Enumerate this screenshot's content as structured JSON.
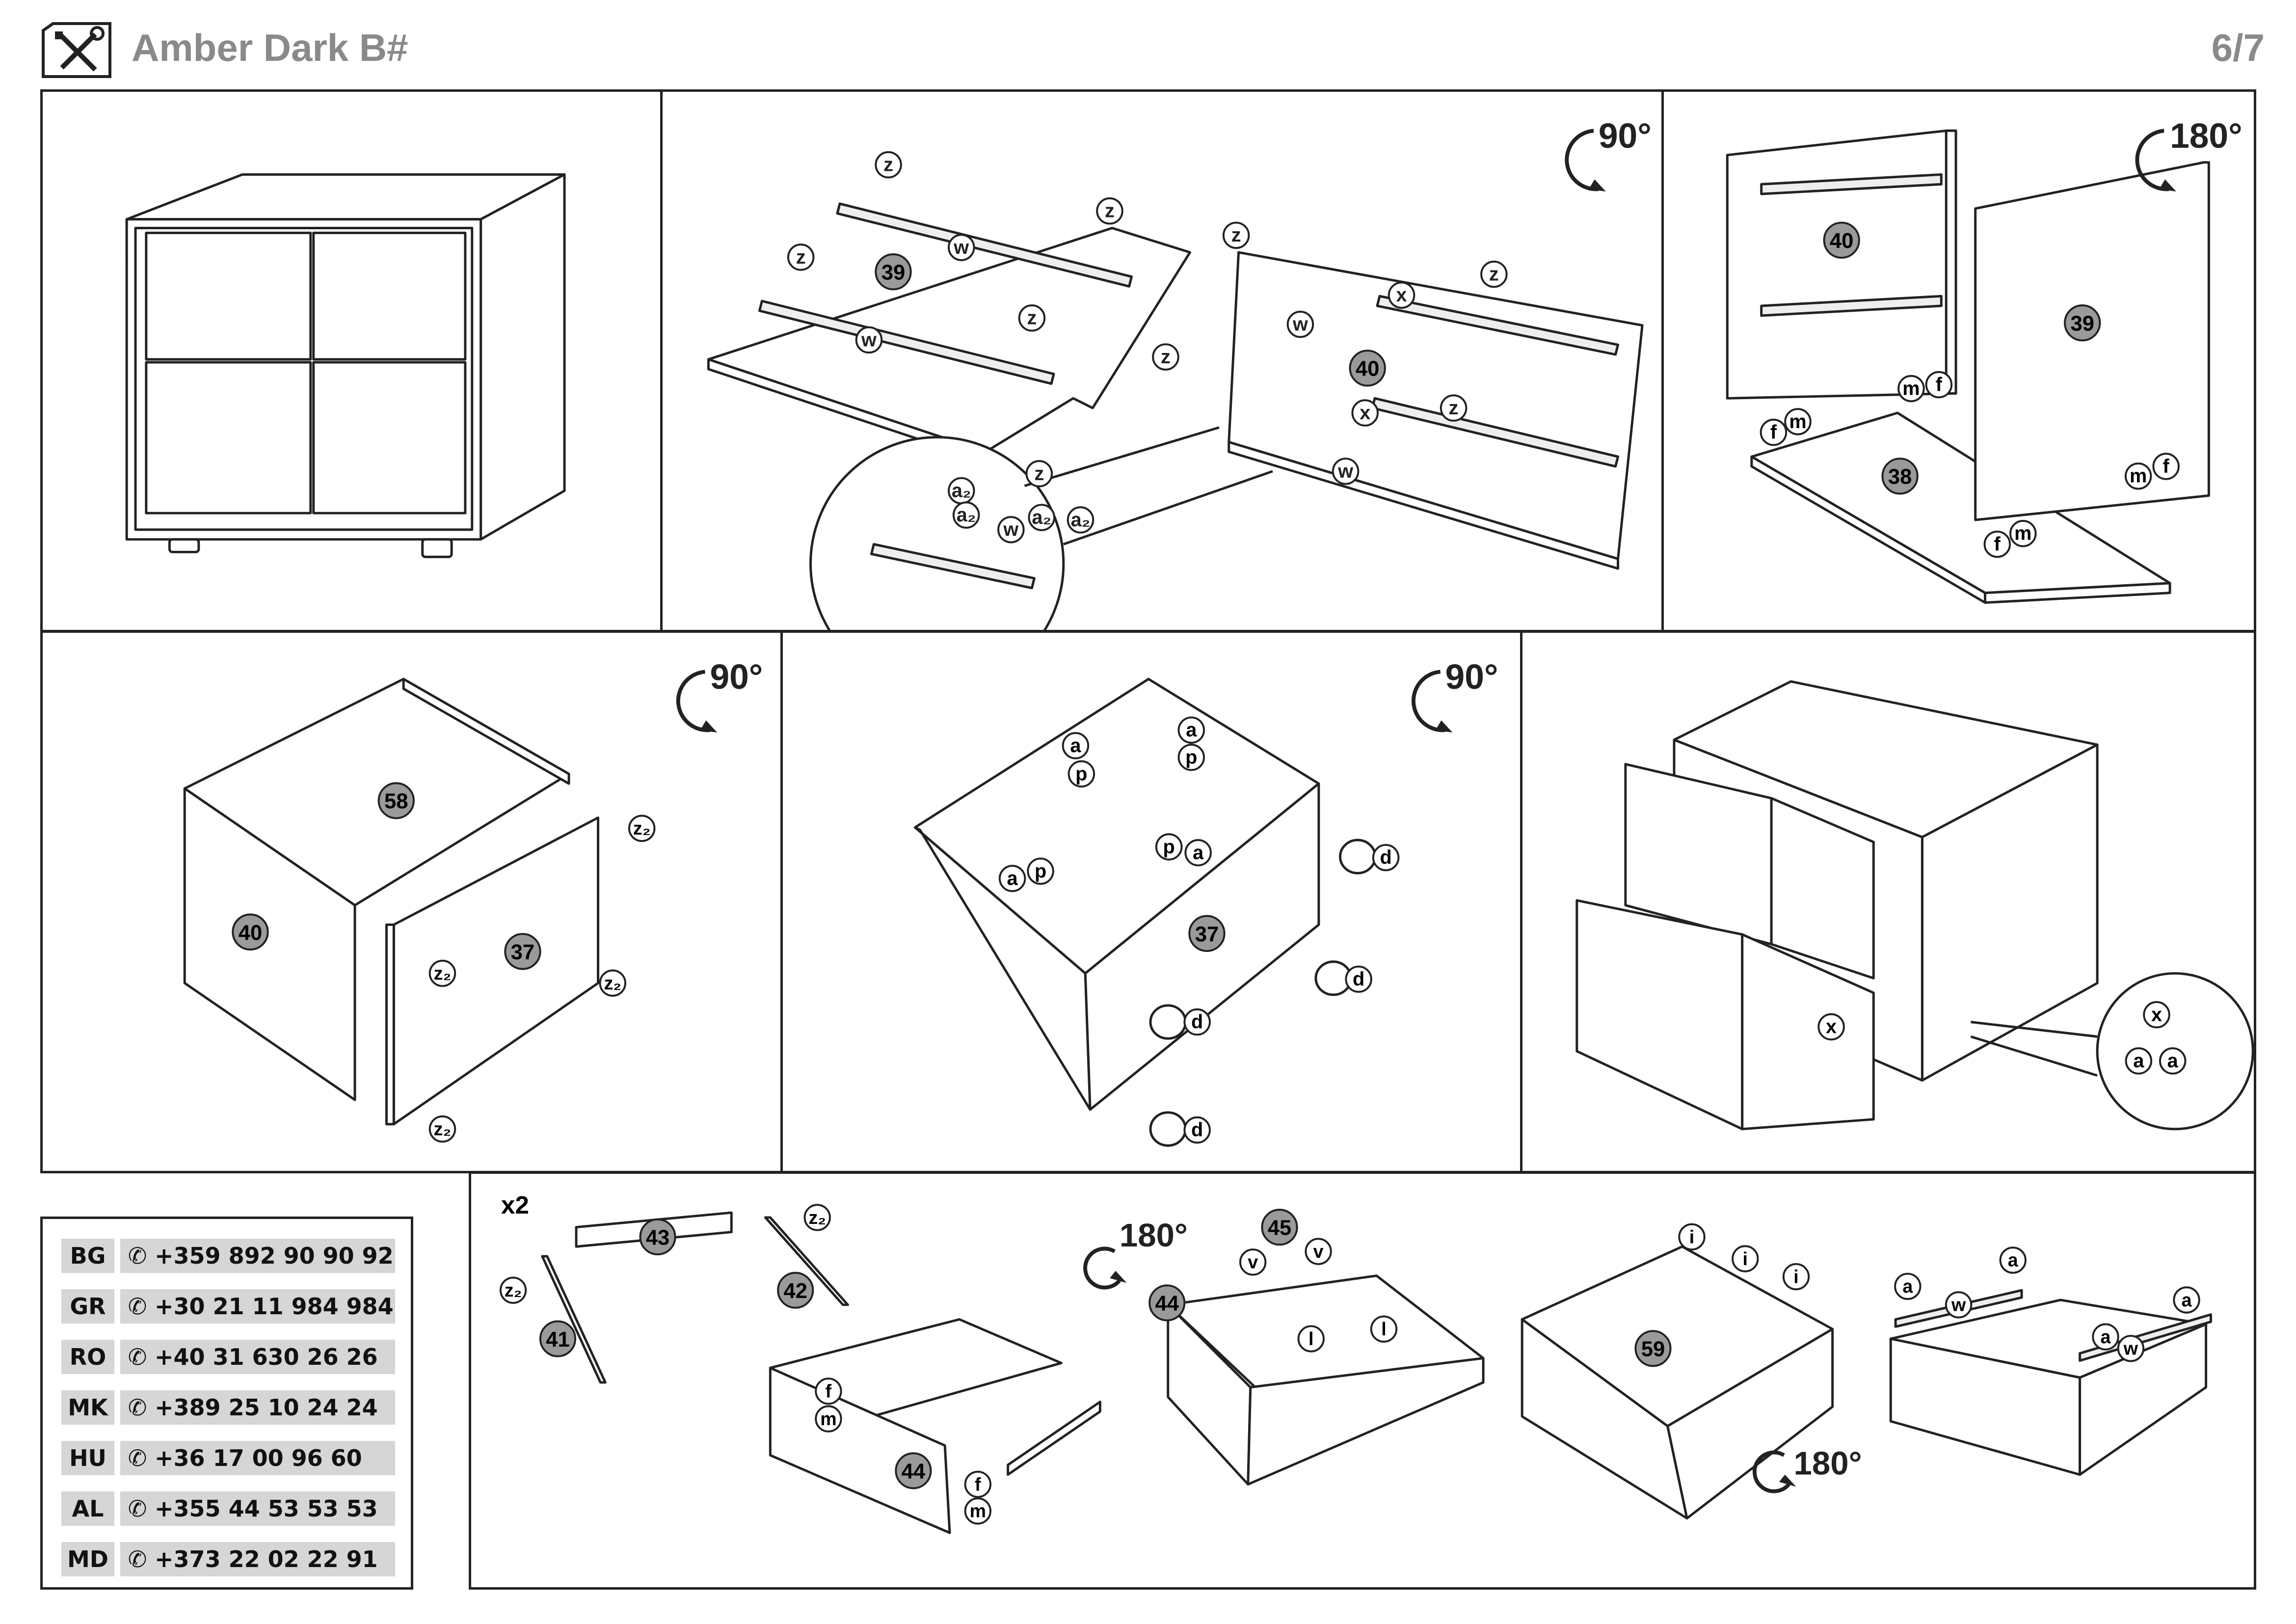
{
  "header": {
    "title": "Amber Dark B#",
    "page": "6/7",
    "icon": "tools-icon"
  },
  "steps": {
    "step1": {},
    "step2": {
      "rotation": "90°",
      "parts": [
        "39",
        "40"
      ],
      "fittings": {
        "z": "z",
        "w": "w",
        "x": "x",
        "a2": "a₂"
      }
    },
    "step3": {
      "rotation": "180°",
      "parts": [
        "40",
        "39",
        "38"
      ],
      "fittings": {
        "f": "f",
        "m": "m"
      }
    },
    "step4": {
      "rotation": "90°",
      "parts": [
        "58",
        "40",
        "37"
      ],
      "fittings": {
        "z2": "z₂"
      }
    },
    "step5": {
      "rotation": "90°",
      "parts": [
        "37"
      ],
      "fittings": {
        "a": "a",
        "p": "p",
        "d": "d"
      }
    },
    "step6": {
      "fittings": {
        "x": "x",
        "a": "a"
      }
    },
    "step7": {
      "multiplier": "x2",
      "rotation_left": "180°",
      "rotation_right": "180°",
      "parts": [
        "43",
        "42",
        "41",
        "44",
        "45",
        "44",
        "59"
      ],
      "fittings": {
        "z2": "z₂",
        "f": "f",
        "m": "m",
        "v": "v",
        "l": "l",
        "i": "i",
        "a": "a",
        "w": "w"
      }
    }
  },
  "contacts": [
    {
      "code": "BG",
      "phone": "+359 892 90 90 92"
    },
    {
      "code": "GR",
      "phone": "+30 21 11 984 984"
    },
    {
      "code": "RO",
      "phone": "+40 31 630 26 26"
    },
    {
      "code": "MK",
      "phone": "+389 25 10 24 24"
    },
    {
      "code": "HU",
      "phone": "+36 17 00 96 60"
    },
    {
      "code": "AL",
      "phone": "+355 44 53 53 53"
    },
    {
      "code": "MD",
      "phone": "+373 22 02 22 91"
    }
  ]
}
